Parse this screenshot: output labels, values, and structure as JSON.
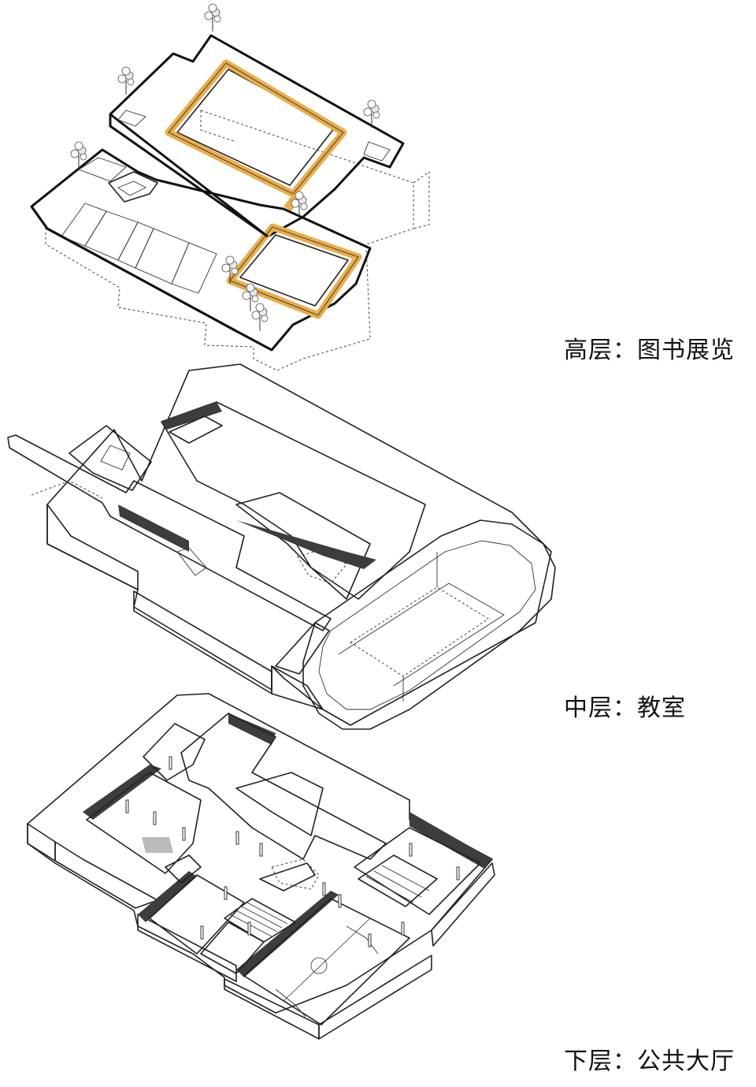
{
  "layers": [
    {
      "id": "upper",
      "label": "高层：图书展览"
    },
    {
      "id": "middle",
      "label": "中层：教室"
    },
    {
      "id": "lower",
      "label": "下层：公共大厅"
    }
  ],
  "colors": {
    "green": "#d2e7ad",
    "green_mid": "#a9ca8a",
    "green_dark": "#93b07a",
    "orange": "#e99a55",
    "orange_light": "#eec198",
    "brown": "#a9704c",
    "yellow_path": "#e9ad4b",
    "peach": "#e5b98c",
    "light_yellow": "#f8efa6",
    "gold": "#e1b442",
    "court": "#e2886b",
    "pool": "#c5d8e6",
    "pool_water": "#a9d1e2",
    "wall_dark": "#3d3d3d",
    "wall_grey": "#dadada",
    "outline": "#222222"
  }
}
